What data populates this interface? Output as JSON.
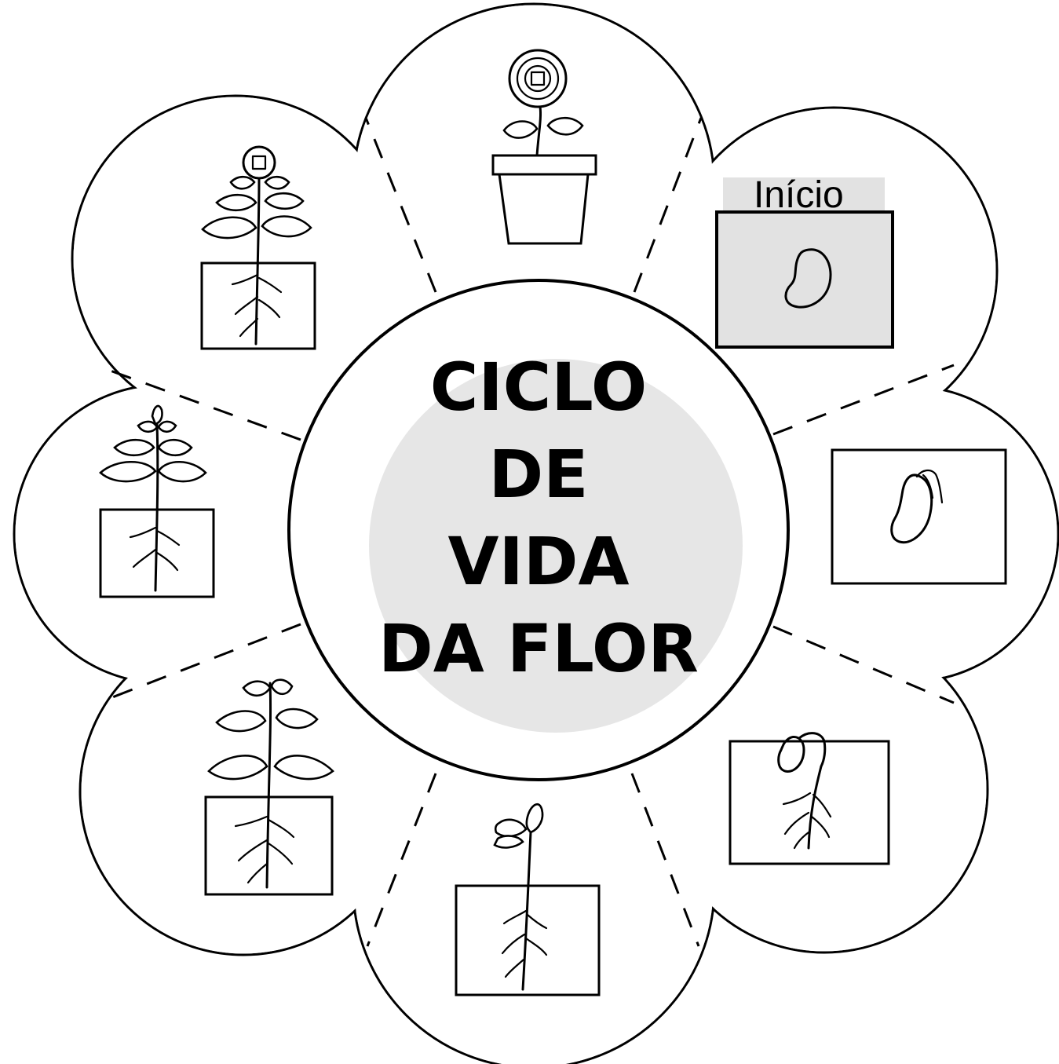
{
  "diagram": {
    "title_lines": [
      "CICLO",
      "DE",
      "VIDA",
      "DA FLOR"
    ],
    "start_label": "Início",
    "stages": [
      {
        "icon": "seed-in-soil-icon"
      },
      {
        "icon": "sprouting-seed-icon"
      },
      {
        "icon": "seedling-with-roots-icon"
      },
      {
        "icon": "young-sprout-icon"
      },
      {
        "icon": "leafy-plant-icon"
      },
      {
        "icon": "growing-plant-icon"
      },
      {
        "icon": "budding-plant-icon"
      },
      {
        "icon": "potted-flower-icon"
      }
    ],
    "colors": {
      "outline": "#000000",
      "center_fill": "#e6e6e6",
      "start_box_fill": "#e2e2e2",
      "background": "#ffffff"
    }
  }
}
